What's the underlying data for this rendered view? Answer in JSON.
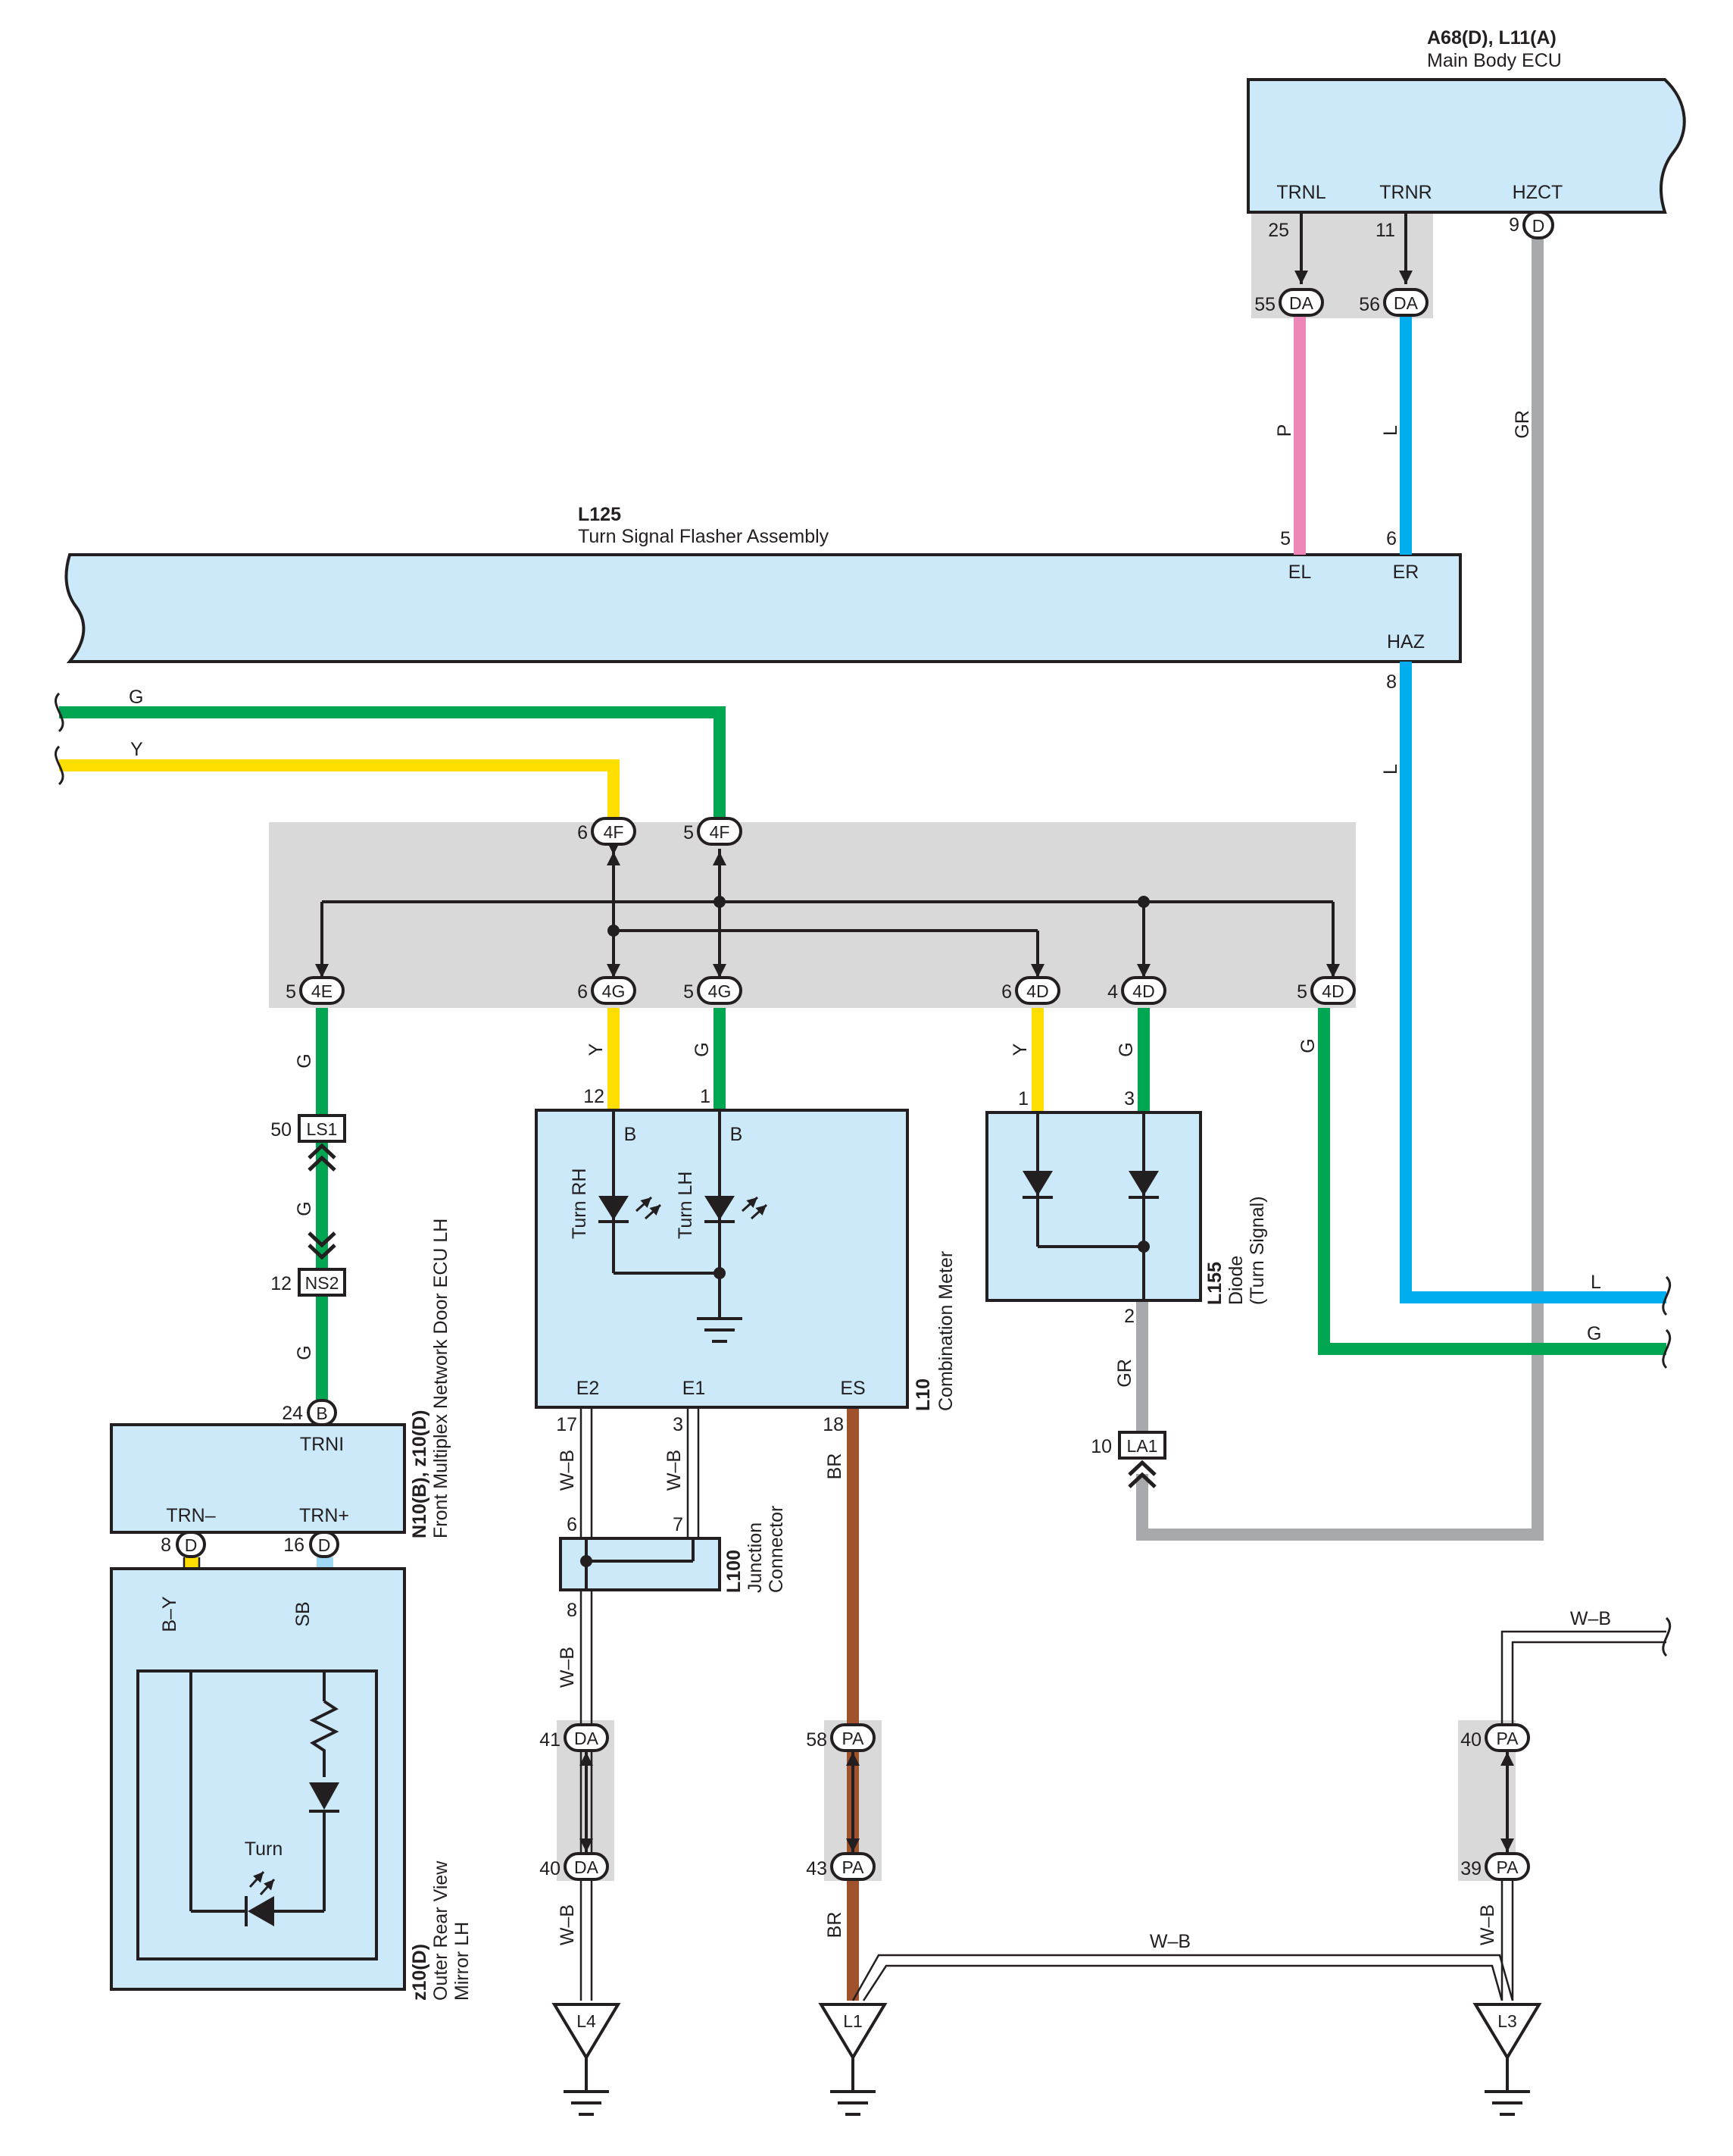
{
  "components": {
    "main_body_ecu": {
      "id": "A68(D), L11(A)",
      "name": "Main Body ECU",
      "terminals": {
        "trnl": "TRNL",
        "trnr": "TRNR",
        "hzct": "HZCT"
      },
      "pins": {
        "trnl": "25",
        "trnr": "11",
        "hzct": "9"
      },
      "connector": "D"
    },
    "flasher": {
      "id": "L125",
      "name": "Turn Signal Flasher Assembly",
      "terminals": {
        "el": "EL",
        "er": "ER",
        "haz": "HAZ"
      },
      "pins": {
        "el": "5",
        "er": "6",
        "haz": "8"
      }
    },
    "combination_meter": {
      "id": "L10",
      "name": "Combination Meter",
      "terminals": {
        "b1": "B",
        "b2": "B",
        "e2": "E2",
        "e1": "E1",
        "es": "ES"
      },
      "pins": {
        "b1": "12",
        "b2": "1",
        "e2": "17",
        "e1": "3",
        "es": "18"
      },
      "lamps": {
        "rh": "Turn RH",
        "lh": "Turn LH"
      }
    },
    "diode": {
      "id": "L155",
      "name_line1": "Diode",
      "name_line2": "(Turn Signal)",
      "pins": {
        "in1": "1",
        "in2": "3",
        "out": "2"
      }
    },
    "door_ecu": {
      "id": "N10(B), z10(D)",
      "name": "Front Multiplex Network Door ECU LH",
      "terminals": {
        "trni": "TRNI",
        "trn_minus": "TRN–",
        "trn_plus": "TRN+"
      },
      "pins": {
        "trni": "24",
        "trn_minus": "8",
        "trn_plus": "16"
      },
      "connectors": {
        "trni": "B",
        "trn_minus": "D",
        "trn_plus": "D"
      }
    },
    "mirror": {
      "id": "z10(D)",
      "name_line1": "Outer Rear View",
      "name_line2": "Mirror LH",
      "lamp": "Turn"
    },
    "junction": {
      "id": "L100",
      "name_line1": "Junction",
      "name_line2": "Connector",
      "pins": {
        "in1": "6",
        "in2": "7",
        "out": "8"
      }
    }
  },
  "connectors": {
    "da_top": [
      {
        "pin": "55",
        "code": "DA"
      },
      {
        "pin": "56",
        "code": "DA"
      }
    ],
    "c4f": [
      {
        "pin": "6",
        "code": "4F"
      },
      {
        "pin": "5",
        "code": "4F"
      }
    ],
    "c4e": {
      "pin": "5",
      "code": "4E"
    },
    "c4g": [
      {
        "pin": "6",
        "code": "4G"
      },
      {
        "pin": "5",
        "code": "4G"
      }
    ],
    "c4d": [
      {
        "pin": "6",
        "code": "4D"
      },
      {
        "pin": "4",
        "code": "4D"
      },
      {
        "pin": "5",
        "code": "4D"
      }
    ],
    "ls1": {
      "pin": "50",
      "code": "LS1"
    },
    "ns2": {
      "pin": "12",
      "code": "NS2"
    },
    "la1": {
      "pin": "10",
      "code": "LA1"
    },
    "da_bottom": [
      {
        "pin": "41",
        "code": "DA"
      },
      {
        "pin": "40",
        "code": "DA"
      }
    ],
    "pa_mid": [
      {
        "pin": "58",
        "code": "PA"
      },
      {
        "pin": "43",
        "code": "PA"
      }
    ],
    "pa_right": [
      {
        "pin": "40",
        "code": "PA"
      },
      {
        "pin": "39",
        "code": "PA"
      }
    ]
  },
  "grounds": {
    "l4": "L4",
    "l1": "L1",
    "l3": "L3"
  },
  "wires": {
    "p": "P",
    "l": "L",
    "gr": "GR",
    "g": "G",
    "y": "Y",
    "wb": "W–B",
    "br": "BR",
    "by": "B–Y",
    "sb": "SB"
  },
  "colors": {
    "green": "#00a651",
    "yellow": "#ffde00",
    "blue": "#00aeef",
    "pink": "#ee87b8",
    "gray": "#a7a9ac",
    "brown": "#a0522d",
    "lightblue": "#9fd8f5",
    "panel": "#cbe9f9",
    "shade": "#d9d9d9"
  }
}
